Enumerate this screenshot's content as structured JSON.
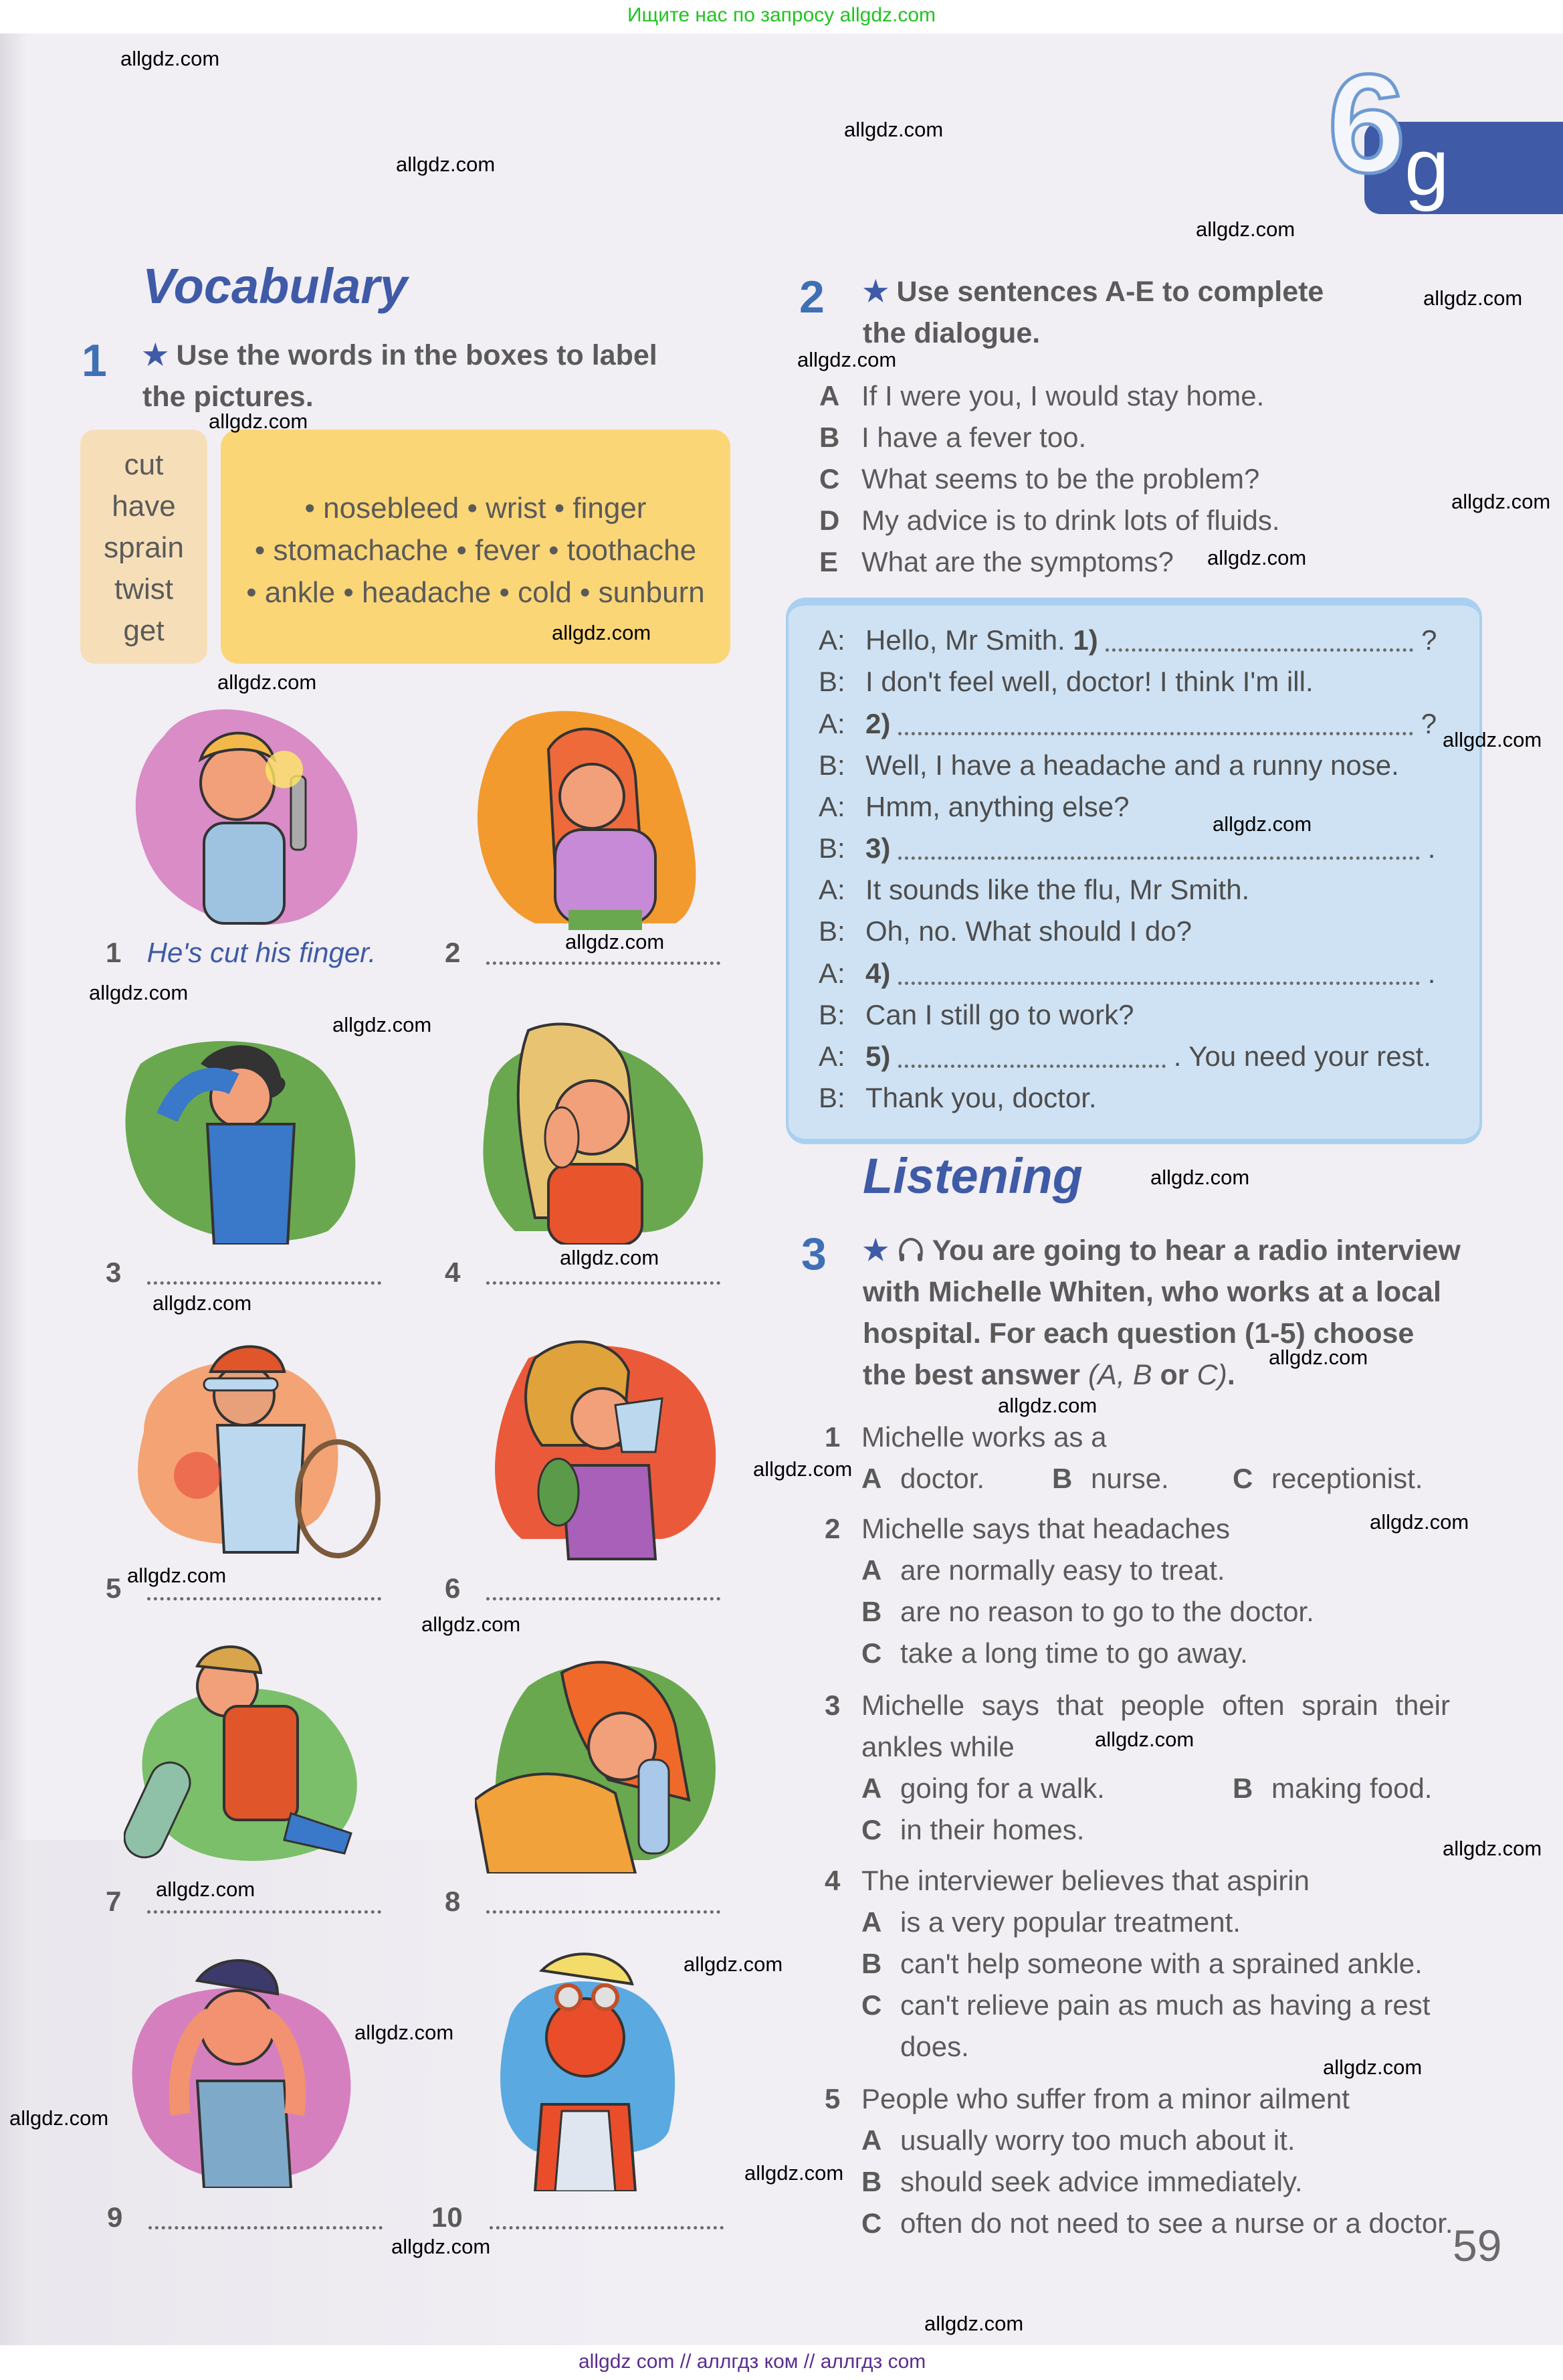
{
  "site_banner": {
    "top": "Ищите нас по запросу allgdz.com",
    "bottom": "allgdz com  //  аллгдз ком  //  аллгдз com"
  },
  "unit": {
    "number": "6",
    "letter": "g",
    "accent": "#3f5aa6"
  },
  "watermark": "allgdz.com",
  "vocabulary": {
    "title": "Vocabulary",
    "exercise": {
      "number": "1",
      "star": "★",
      "instruction_line1": "Use the words in the boxes to label",
      "instruction_line2": "the pictures.",
      "verbs": [
        "cut",
        "have",
        "sprain",
        "twist",
        "get"
      ],
      "nouns_lines": [
        "• nosebleed  • wrist  • finger",
        "• stomachache  • fever  • toothache",
        "• ankle  • headache  • cold  • sunburn"
      ],
      "pictures": [
        {
          "n": "1",
          "answer": "He's cut his finger.",
          "scene": "man cut finger with knife",
          "bg": "#d98cc6"
        },
        {
          "n": "2",
          "answer": "",
          "scene": "woman holding stomach",
          "bg": "#f29a2e"
        },
        {
          "n": "3",
          "answer": "",
          "scene": "woman with thermometer, hand on forehead",
          "bg": "#6aa84f"
        },
        {
          "n": "4",
          "answer": "",
          "scene": "girl holding cheek",
          "bg": "#6aa84f"
        },
        {
          "n": "5",
          "answer": "",
          "scene": "tennis player holding wrist",
          "bg": "#f08a5d"
        },
        {
          "n": "6",
          "answer": "",
          "scene": "girl with nosebleed and tissue",
          "bg": "#ea5a3a"
        },
        {
          "n": "7",
          "answer": "",
          "scene": "skater holding ankle",
          "bg": "#7cbf6a"
        },
        {
          "n": "8",
          "answer": "",
          "scene": "girl sneezing into tissue",
          "bg": "#6aa84f"
        },
        {
          "n": "9",
          "answer": "",
          "scene": "man holding temples",
          "bg": "#d67fbf"
        },
        {
          "n": "10",
          "answer": "",
          "scene": "sunburnt man with goggles",
          "bg": "#5aa9e0"
        }
      ]
    }
  },
  "exercise2": {
    "number": "2",
    "star": "★",
    "instruction_line1": "Use sentences A-E to complete",
    "instruction_line2": "the dialogue.",
    "sentences": [
      {
        "k": "A",
        "text": "If I were you, I would stay home."
      },
      {
        "k": "B",
        "text": "I have a fever too."
      },
      {
        "k": "C",
        "text": "What seems to be the problem?"
      },
      {
        "k": "D",
        "text": "My advice is to drink lots of fluids."
      },
      {
        "k": "E",
        "text": "What are the symptoms?"
      }
    ],
    "dialogue": [
      {
        "sp": "A:",
        "pre": "Hello, Mr Smith. ",
        "num": "1)",
        "post": " ?",
        "fill": 460
      },
      {
        "sp": "B:",
        "pre": "I don't feel well, doctor! I think I'm ill.",
        "num": "",
        "post": "",
        "fill": 0
      },
      {
        "sp": "A:",
        "pre": "",
        "num": "2)",
        "post": " ?",
        "fill": 760
      },
      {
        "sp": "B:",
        "pre": "Well, I have a headache and a runny nose.",
        "num": "",
        "post": "",
        "fill": 0
      },
      {
        "sp": "A:",
        "pre": "Hmm, anything else?",
        "num": "",
        "post": "",
        "fill": 0
      },
      {
        "sp": "B:",
        "pre": "",
        "num": "3)",
        "post": " .",
        "fill": 770
      },
      {
        "sp": "A:",
        "pre": "It sounds like the flu, Mr Smith.",
        "num": "",
        "post": "",
        "fill": 0
      },
      {
        "sp": "B:",
        "pre": "Oh, no. What should I do?",
        "num": "",
        "post": "",
        "fill": 0
      },
      {
        "sp": "A:",
        "pre": "",
        "num": "4)",
        "post": " .",
        "fill": 770
      },
      {
        "sp": "B:",
        "pre": "Can I still go to work?",
        "num": "",
        "post": "",
        "fill": 0
      },
      {
        "sp": "A:",
        "pre": "",
        "num": "5)",
        "post": " . You need your rest.",
        "fill": 400
      },
      {
        "sp": "B:",
        "pre": "Thank you, doctor.",
        "num": "",
        "post": "",
        "fill": 0
      }
    ]
  },
  "listening": {
    "title": "Listening",
    "exercise": {
      "number": "3",
      "star": "★",
      "audio_icon": "headphones-icon",
      "instruction_lines": [
        "You are going to hear a radio interview",
        "with Michelle Whiten, who works at a local",
        "hospital. For each question (1-5) choose",
        "the best answer "
      ],
      "instruction_italic": "(A, B",
      "instruction_or": " or ",
      "instruction_italic2": "C)",
      "instruction_end": ".",
      "questions": [
        {
          "n": "1",
          "stem": "Michelle works as a",
          "options": [
            {
              "k": "A",
              "text": "doctor."
            },
            {
              "k": "B",
              "text": "nurse."
            },
            {
              "k": "C",
              "text": "receptionist."
            }
          ]
        },
        {
          "n": "2",
          "stem": "Michelle says that headaches",
          "options": [
            {
              "k": "A",
              "text": "are normally easy to treat."
            },
            {
              "k": "B",
              "text": "are no reason to go to the doctor."
            },
            {
              "k": "C",
              "text": "take a long time to go away."
            }
          ]
        },
        {
          "n": "3",
          "stem": "Michelle says that people often sprain their",
          "stem2": "ankles while",
          "options": [
            {
              "k": "A",
              "text": "going for a walk."
            },
            {
              "k": "B",
              "text": "making food."
            },
            {
              "k": "C",
              "text": "in their homes."
            }
          ]
        },
        {
          "n": "4",
          "stem": "The interviewer believes that aspirin",
          "options": [
            {
              "k": "A",
              "text": "is a very popular treatment."
            },
            {
              "k": "B",
              "text": "can't help someone with a sprained ankle."
            },
            {
              "k": "C",
              "text": "can't relieve pain as much as having a rest"
            }
          ],
          "continuation": "does."
        },
        {
          "n": "5",
          "stem": "People who suffer from a minor ailment",
          "options": [
            {
              "k": "A",
              "text": "usually worry too much about it."
            },
            {
              "k": "B",
              "text": "should seek advice immediately."
            },
            {
              "k": "C",
              "text": "often do not need to see a nurse or a doctor."
            }
          ]
        }
      ]
    }
  },
  "page_number": "59"
}
